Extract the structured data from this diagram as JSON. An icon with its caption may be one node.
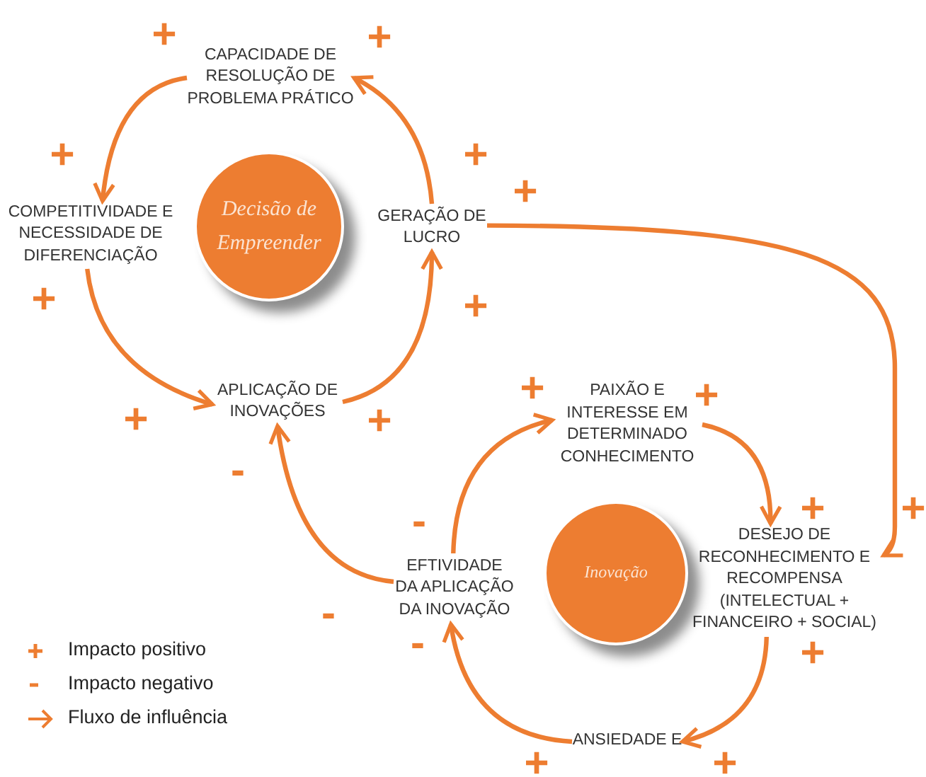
{
  "diagram": {
    "nodes": [
      {
        "text": [
          "CAPACIDADE DE RESOLUÇÃO DE PROBLEMA PRÁTICO"
        ]
      },
      {
        "text": [
          "COMPETITIVIDADE E NECESSIDADE DE DIFERENCIAÇÃO"
        ]
      },
      {
        "text": [
          "GERAÇÃO DE LUCRO"
        ]
      },
      {
        "text": [
          "Decisão de Empreender"
        ]
      },
      {
        "text": [
          "APLICAÇÃO DE INOVAÇÕES"
        ]
      },
      {
        "text": [
          "PAIXÃO E INTERESSE EM DETERMINADO CONHECIMENTO"
        ]
      },
      {
        "text": [
          "EFTIVIDADE DA APLICAÇÃO DA INOVAÇÃO"
        ]
      },
      {
        "text": [
          "Inovação"
        ]
      },
      {
        "text": [
          "DESEJO DE RECONHECIMENTO E RECOMPENSA (INTELECTUAL + FINANCEIRO + SOCIAL)"
        ]
      },
      {
        "text": [
          "ANSIEDADE E"
        ]
      }
    ],
    "edges": [
      {
        "from": 0,
        "to": 1,
        "arrow": "to"
      },
      {
        "from": 1,
        "to": 4,
        "arrow": "to"
      },
      {
        "from": 4,
        "to": 2,
        "arrow": "to"
      },
      {
        "from": 2,
        "to": 0,
        "arrow": "to"
      },
      {
        "from": 2,
        "to": 8,
        "arrow": "to"
      },
      {
        "from": 6,
        "to": 5,
        "arrow": "to"
      },
      {
        "from": 5,
        "to": 8,
        "arrow": "to"
      },
      {
        "from": 8,
        "to": 9,
        "arrow": "to"
      },
      {
        "from": 9,
        "to": 6,
        "arrow": "to"
      },
      {
        "from": 6,
        "to": 4,
        "arrow": "to"
      }
    ],
    "labels": [
      "+",
      "+",
      "+",
      "+",
      "+",
      "+",
      "+",
      "+",
      "+",
      "+",
      "+",
      "-",
      "+",
      "+",
      "-",
      "-",
      "-",
      "+",
      "+",
      "+"
    ],
    "legend": [
      {
        "text": "Impacto positivo"
      },
      {
        "text": "Impacto negativo"
      },
      {
        "text": "Fluxo de influência"
      }
    ]
  }
}
